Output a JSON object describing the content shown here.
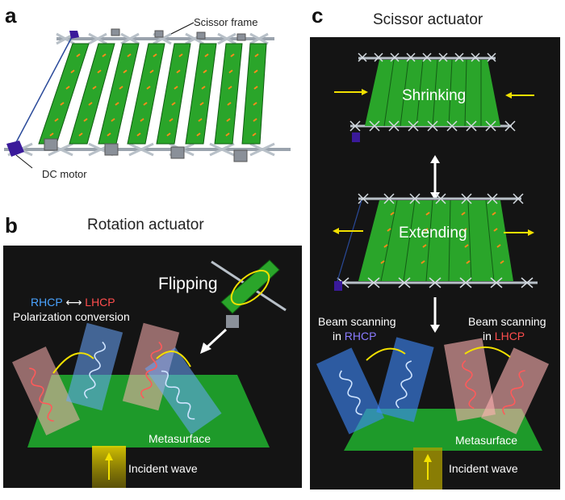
{
  "panel_a": {
    "letter": "a",
    "scissor_frame_label": "Scissor frame",
    "dc_motor_label": "DC motor"
  },
  "panel_b": {
    "letter": "b",
    "title": "Rotation actuator",
    "flipping": "Flipping",
    "rhcp": "RHCP",
    "arrow": "⟷",
    "lhcp": "LHCP",
    "polarization": "Polarization conversion",
    "metasurface": "Metasurface",
    "incident": "Incident wave"
  },
  "panel_c": {
    "letter": "c",
    "title": "Scissor actuator",
    "shrinking": "Shrinking",
    "extending": "Extending",
    "beam_left_1": "Beam scanning",
    "beam_left_2": "in",
    "beam_left_pol": "RHCP",
    "beam_right_1": "Beam scanning",
    "beam_right_2": "in",
    "beam_right_pol": "LHCP",
    "metasurface": "Metasurface",
    "incident": "Incident wave"
  },
  "colors": {
    "metasurface_green": "#1e9a2a",
    "rhcp_blue": "#3d8bff",
    "lhcp_red": "#ff5a5a",
    "arrow_yellow": "#f2e000",
    "motor_purple": "#3a1a9a"
  }
}
